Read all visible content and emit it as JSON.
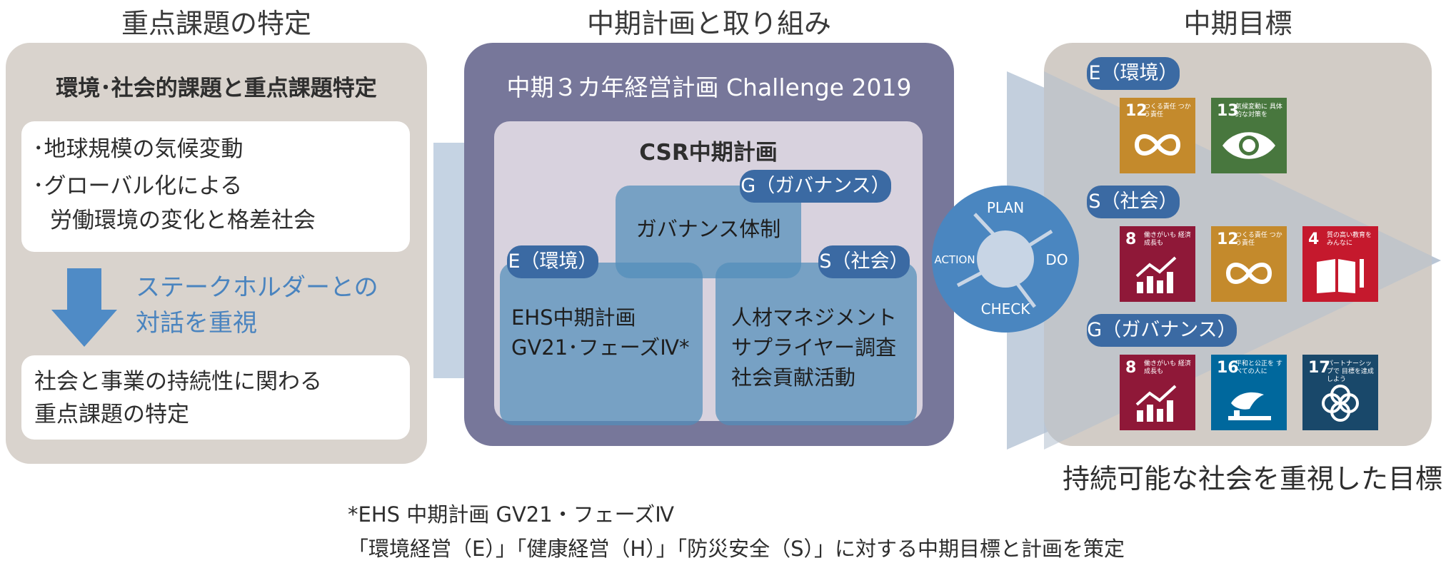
{
  "titles": {
    "left": "重点課題の特定",
    "middle": "中期計画と取り組み",
    "right": "中期目標"
  },
  "left_panel": {
    "heading": "環境･社会的課題と重点課題特定",
    "bullets": [
      "･地球規模の気候変動",
      "･グローバル化による",
      "労働環境の変化と格差社会"
    ],
    "dialogue": [
      "ステークホルダーとの",
      "対話を重視"
    ],
    "result": [
      "社会と事業の持続性に関わる",
      "重点課題の特定"
    ]
  },
  "middle_panel": {
    "title": "中期３カ年経営計画 Challenge 2019",
    "csr_title": "CSR中期計画",
    "g_label": "G（ガバナンス）",
    "g_text": "ガバナンス体制",
    "e_label": "E（環境）",
    "e_text": [
      "EHS中期計画",
      "GV21･フェーズⅣ*"
    ],
    "s_label": "S（社会）",
    "s_text": [
      "人材マネジメント",
      "サプライヤー調査",
      "社会貢献活動"
    ]
  },
  "pdca": {
    "plan": "PLAN",
    "do": "DO",
    "check": "CHECK",
    "action": "ACTION"
  },
  "right_panel": {
    "e_label": "E（環境）",
    "s_label": "S（社会）",
    "g_label": "G（ガバナンス）",
    "caption": "持続可能な社会を重視した目標",
    "e_tiles": [
      {
        "num": "12",
        "cap": "つくる責任 つかう責任",
        "color": "#c48a2c",
        "icon": "infinity-icon"
      },
      {
        "num": "13",
        "cap": "気候変動に 具体的な対策を",
        "color": "#48773e",
        "icon": "eye-globe-icon"
      }
    ],
    "s_tiles": [
      {
        "num": "8",
        "cap": "働きがいも 経済成長も",
        "color": "#8f1838",
        "icon": "growth-chart-icon"
      },
      {
        "num": "12",
        "cap": "つくる責任 つかう責任",
        "color": "#c48a2c",
        "icon": "infinity-icon"
      },
      {
        "num": "4",
        "cap": "質の高い教育を みんなに",
        "color": "#c5192d",
        "icon": "book-pencil-icon"
      }
    ],
    "g_tiles": [
      {
        "num": "8",
        "cap": "働きがいも 経済成長も",
        "color": "#8f1838",
        "icon": "growth-chart-icon"
      },
      {
        "num": "16",
        "cap": "平和と公正を すべての人に",
        "color": "#00689d",
        "icon": "dove-gavel-icon"
      },
      {
        "num": "17",
        "cap": "パートナーシップで 目標を達成しよう",
        "color": "#19486a",
        "icon": "rings-icon"
      }
    ]
  },
  "footnote": {
    "line1": "*EHS 中期計画 GV21・フェーズⅣ",
    "line2": "「環境経営（E）」「健康経営（H）」「防災安全（S）」に対する中期目標と計画を策定"
  },
  "colors": {
    "left_panel": "#d9d3cd",
    "mid_panel": "#77779a",
    "right_panel": "#d2ccc6",
    "accent_blue": "#3b6aa3",
    "band": "#c5d3e3",
    "pdca": "#4a86c0"
  }
}
